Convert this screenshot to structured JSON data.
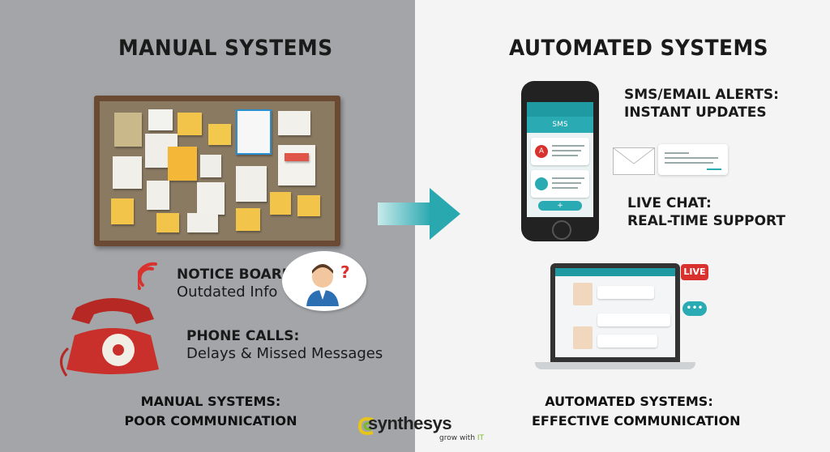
{
  "left": {
    "title": "MANUAL SYSTEMS",
    "notice_boards": {
      "title": "NOTICE BOARDS:",
      "detail": "Outdated Info"
    },
    "phone_calls": {
      "title": "PHONE CALLS:",
      "detail": "Delays & Missed Messages"
    },
    "footer": {
      "line1": "MANUAL SYSTEMS:",
      "line2": "POOR COMMUNICATION"
    },
    "question_mark": "?"
  },
  "right": {
    "title": "AUTOMATED SYSTEMS",
    "sms_alerts": {
      "title": "SMS/EMAIL ALERTS:",
      "detail": "INSTANT UPDATES"
    },
    "live_chat": {
      "title": "LIVE CHAT:",
      "detail": "REAL-TIME SUPPORT"
    },
    "footer": {
      "line1": "AUTOMATED SYSTEMS:",
      "line2": "EFFECTIVE COMMUNICATION"
    },
    "phone_screen_title": "SMS",
    "phone_msg_avatar": "A",
    "live_badge": "LIVE"
  },
  "logo": {
    "name": "synthesys",
    "tagline_prefix": "grow with ",
    "tagline_it": "IT"
  },
  "colors": {
    "left_bg": "#a3a5a8",
    "right_bg": "#f4f4f4",
    "teal_accent": "#2aa8b0",
    "alert_red": "#d9322e",
    "logo_green": "#7bb82c"
  },
  "icons": [
    "cork-board-icon",
    "rotary-phone-icon",
    "confused-person-icon",
    "arrow-right-icon",
    "smartphone-icon",
    "envelope-icon",
    "laptop-icon",
    "chat-dots-icon",
    "sound-waves-icon"
  ]
}
